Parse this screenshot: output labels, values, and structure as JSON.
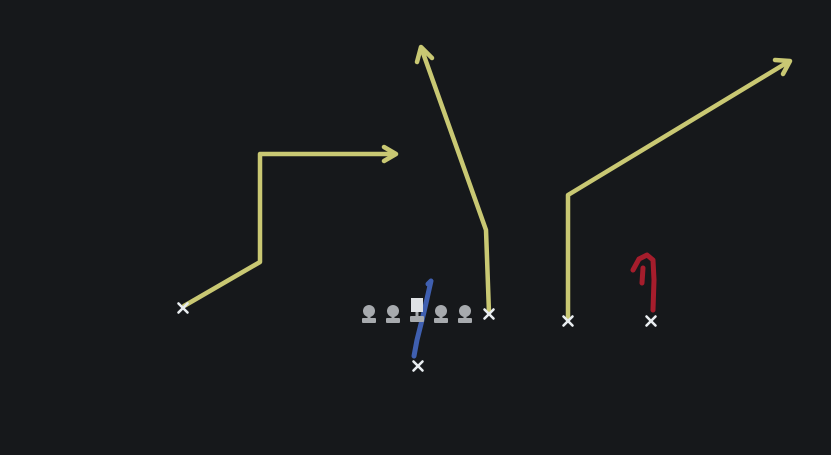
{
  "colors": {
    "background": "#16181b",
    "route": "#c9c873",
    "player_mark": "#e9edf0",
    "lineman": "#a7aaae",
    "blue_annotation": "#3f5fb0",
    "red_annotation": "#a51d2c"
  },
  "diagram": {
    "type": "football-play",
    "routes": [
      {
        "name": "corner-out-route",
        "shape": "diagonal-up-then-vertical-then-out-right"
      },
      {
        "name": "go-route",
        "shape": "vertical-deep-slight-left"
      },
      {
        "name": "post-route",
        "shape": "vertical-then-break-deep-right"
      }
    ],
    "players": {
      "receivers": 4,
      "linemen": 5,
      "quarterback": 1
    },
    "annotations": [
      {
        "name": "blue-hand-mark",
        "color": "blue"
      },
      {
        "name": "red-hand-mark",
        "color": "red"
      }
    ]
  }
}
